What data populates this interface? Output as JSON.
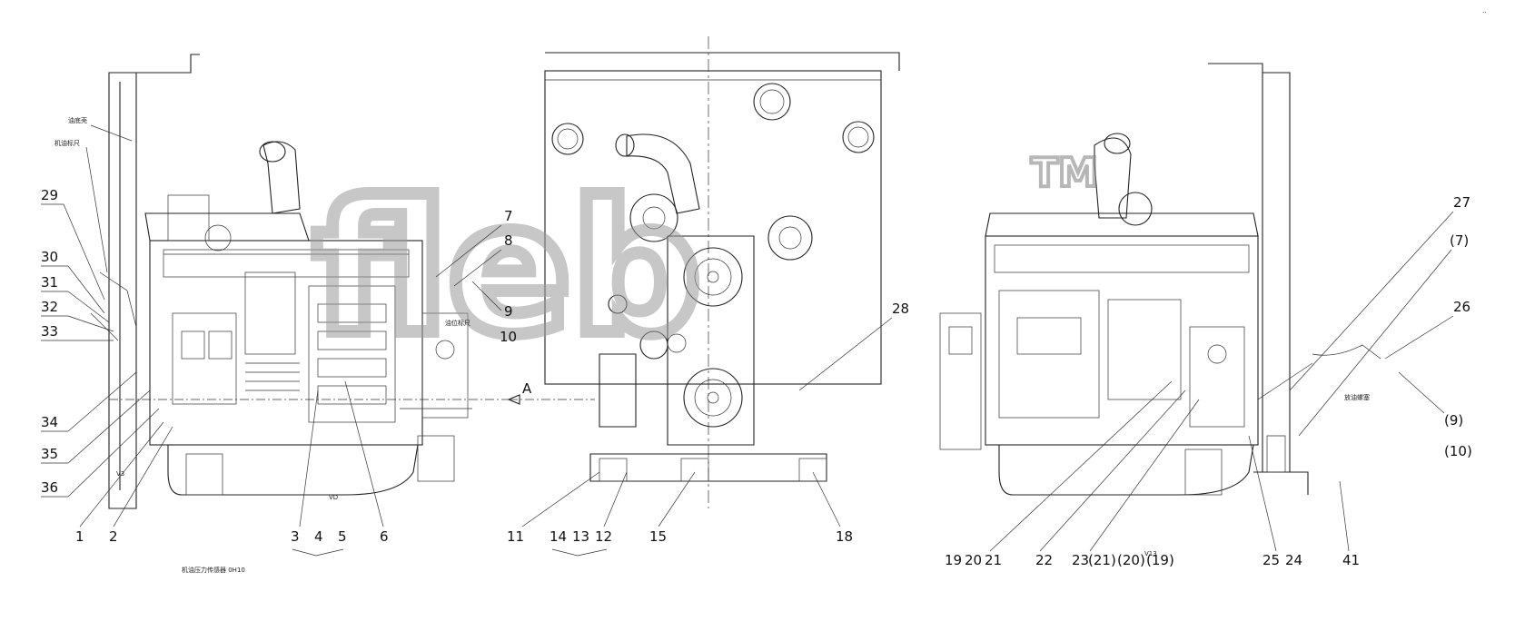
{
  "watermark": {
    "text": "fleb",
    "trademark": "TM"
  },
  "corner_mark": "..",
  "view_arrow_label": "A",
  "left_view": {
    "callouts": [
      {
        "id": "c29",
        "text": "29"
      },
      {
        "id": "c30",
        "text": "30"
      },
      {
        "id": "c31",
        "text": "31"
      },
      {
        "id": "c32",
        "text": "32"
      },
      {
        "id": "c33",
        "text": "33"
      },
      {
        "id": "c34",
        "text": "34"
      },
      {
        "id": "c35",
        "text": "35"
      },
      {
        "id": "c36",
        "text": "36"
      },
      {
        "id": "c1",
        "text": "1"
      },
      {
        "id": "c2",
        "text": "2"
      },
      {
        "id": "c3",
        "text": "3"
      },
      {
        "id": "c4",
        "text": "4"
      },
      {
        "id": "c5",
        "text": "5"
      },
      {
        "id": "c6",
        "text": "6"
      },
      {
        "id": "c7",
        "text": "7"
      },
      {
        "id": "c8",
        "text": "8"
      },
      {
        "id": "c9",
        "text": "9"
      },
      {
        "id": "c10",
        "text": "10"
      }
    ],
    "small_texts": {
      "top_note_1": "油底壳",
      "top_note_2": "机油标尺",
      "bottom_note": "机油压力传感器 0H10",
      "mark_vd": "VD",
      "mark_v3": "V3",
      "side_note": "油位标尺"
    }
  },
  "front_view": {
    "callouts": [
      {
        "id": "c28",
        "text": "28"
      },
      {
        "id": "c11",
        "text": "11"
      },
      {
        "id": "c14",
        "text": "14"
      },
      {
        "id": "c13",
        "text": "13"
      },
      {
        "id": "c12",
        "text": "12"
      },
      {
        "id": "c15",
        "text": "15"
      },
      {
        "id": "c18",
        "text": "18"
      }
    ]
  },
  "right_view": {
    "callouts": [
      {
        "id": "c27",
        "text": "27"
      },
      {
        "id": "c7p",
        "text": "(7)"
      },
      {
        "id": "c26",
        "text": "26"
      },
      {
        "id": "c9p",
        "text": "(9)"
      },
      {
        "id": "c10p",
        "text": "(10)"
      },
      {
        "id": "c19",
        "text": "19"
      },
      {
        "id": "c20",
        "text": "20"
      },
      {
        "id": "c21",
        "text": "21"
      },
      {
        "id": "c22",
        "text": "22"
      },
      {
        "id": "c23",
        "text": "23"
      },
      {
        "id": "c21p",
        "text": "(21)"
      },
      {
        "id": "c20p",
        "text": "(20)"
      },
      {
        "id": "c19p",
        "text": "(19)"
      },
      {
        "id": "c25",
        "text": "25"
      },
      {
        "id": "c24",
        "text": "24"
      },
      {
        "id": "c41",
        "text": "41"
      }
    ],
    "small_texts": {
      "mark_v13": "V13",
      "side_note": "放油螺塞"
    }
  }
}
